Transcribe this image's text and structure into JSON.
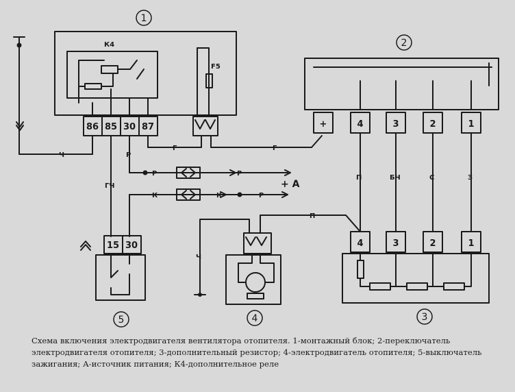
{
  "diagram": {
    "block_labels": {
      "b1": "1",
      "b2": "2",
      "b3": "3",
      "b4": "4",
      "b5": "5"
    },
    "relay_label": "К4",
    "fuse_label": "F5",
    "relay_pins": [
      "86",
      "85",
      "30",
      "87"
    ],
    "switch_pins": [
      "+",
      "4",
      "3",
      "2",
      "1"
    ],
    "resistor_pins": [
      "4",
      "3",
      "2",
      "1"
    ],
    "ignition_pins": [
      "15",
      "30"
    ],
    "wire_labels": {
      "ch_left": "Ч",
      "g1": "Г",
      "g2": "Г",
      "r_vert": "Р",
      "r_a": "Р",
      "r_b": "Р",
      "r_c": "Р",
      "gch": "ГЧ",
      "k_a": "К",
      "k_b": "К",
      "p_top": "П",
      "p_col4": "П",
      "bch": "БЧ",
      "s": "С",
      "z": "З",
      "ch_motor": "Ч"
    },
    "source_label": "+ А"
  },
  "caption": "Схема включения электродвигателя вентилятора отопителя. 1-монтажный блок; 2-переключатель электродвигателя отопителя; 3-дополнительный резистор; 4-электродвигатель отопителя; 5-выключатель зажигания; А-источник питания; К4-дополнительное реле"
}
